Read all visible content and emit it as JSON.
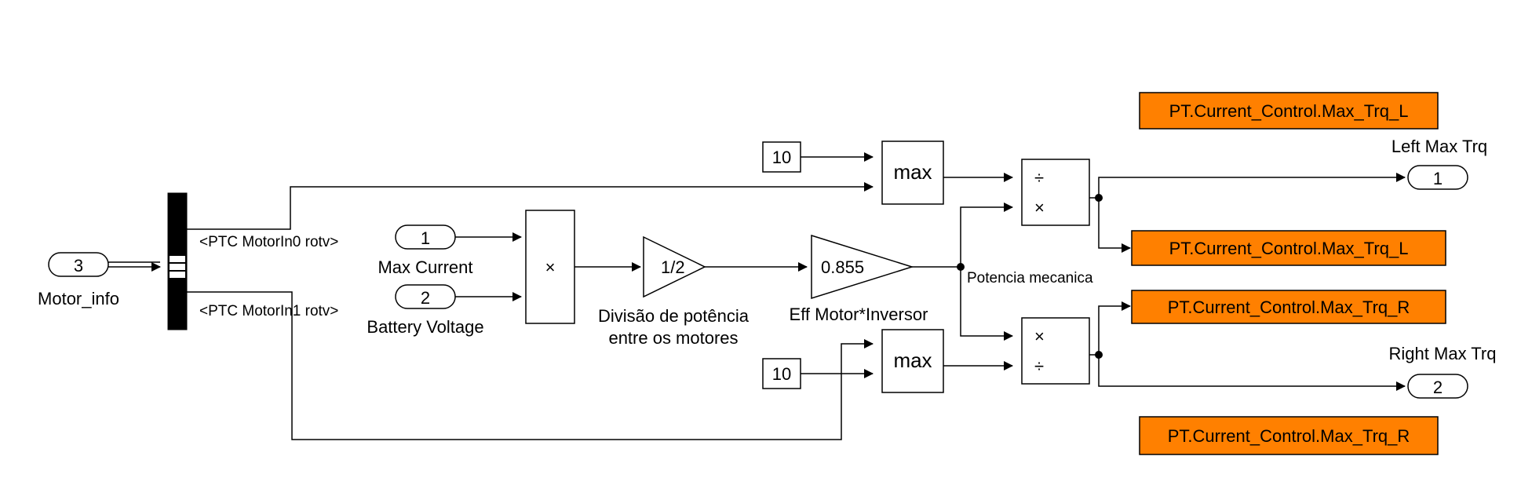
{
  "inports": [
    {
      "number": "3",
      "label": "Motor_info"
    },
    {
      "number": "1",
      "label": "Max Current"
    },
    {
      "number": "2",
      "label": "Battery Voltage"
    }
  ],
  "outports": [
    {
      "number": "1",
      "label": "Left Max Trq"
    },
    {
      "number": "2",
      "label": "Right Max Trq"
    }
  ],
  "bus_signals": [
    "<PTC MotorIn0 rotv>",
    "<PTC MotorIn1 rotv>"
  ],
  "constants": [
    "10",
    "10"
  ],
  "max_blocks": [
    "max",
    "max"
  ],
  "product": {
    "symbol": "×"
  },
  "gain_half": {
    "value": "1/2",
    "label_line1": "Divisão de potência",
    "label_line2": "entre os motores"
  },
  "gain_eff": {
    "value": "0.855",
    "label": "Eff Motor*Inversor"
  },
  "signal_label": "Potencia mecanica",
  "divide_blocks": [
    {
      "top": "÷",
      "bottom": "×"
    },
    {
      "top": "×",
      "bottom": "÷"
    }
  ],
  "goto_tags": [
    "PT.Current_Control.Max_Trq_L",
    "PT.Current_Control.Max_Trq_L",
    "PT.Current_Control.Max_Trq_R",
    "PT.Current_Control.Max_Trq_R"
  ],
  "colors": {
    "goto_fill": "#ff8000",
    "line": "#000000"
  }
}
